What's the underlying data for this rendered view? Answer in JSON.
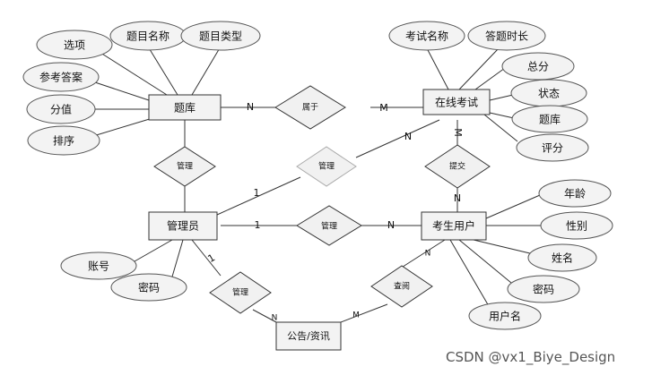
{
  "entities": {
    "question_bank": "题库",
    "online_exam": "在线考试",
    "admin": "管理员",
    "candidate": "考生用户",
    "notice": "公告/资讯"
  },
  "relations": {
    "belongs": "属于",
    "manage_bank": "管理",
    "manage_exam": "管理",
    "submit": "提交",
    "manage_user": "管理",
    "manage_notice": "管理",
    "query": "查阅"
  },
  "attributes": {
    "question_bank": [
      "选项",
      "题目名称",
      "题目类型",
      "参考答案",
      "分值",
      "排序"
    ],
    "online_exam": [
      "考试名称",
      "答题时长",
      "总分",
      "状态",
      "题库",
      "评分"
    ],
    "candidate": [
      "年龄",
      "性别",
      "姓名",
      "密码",
      "用户名"
    ],
    "admin": [
      "账号",
      "密码"
    ]
  },
  "cardinalities": {
    "bank_belongs": "N",
    "exam_belongs": "M",
    "exam_manage": "N",
    "admin_manage_exam": "1",
    "exam_submit": "M",
    "candidate_submit": "N",
    "admin_manage_user": "1",
    "candidate_manage": "N",
    "admin_notice": "1",
    "notice_manage": "N",
    "notice_query": "M",
    "candidate_query": "N"
  },
  "watermark": "CSDN @vx1_Biye_Design"
}
